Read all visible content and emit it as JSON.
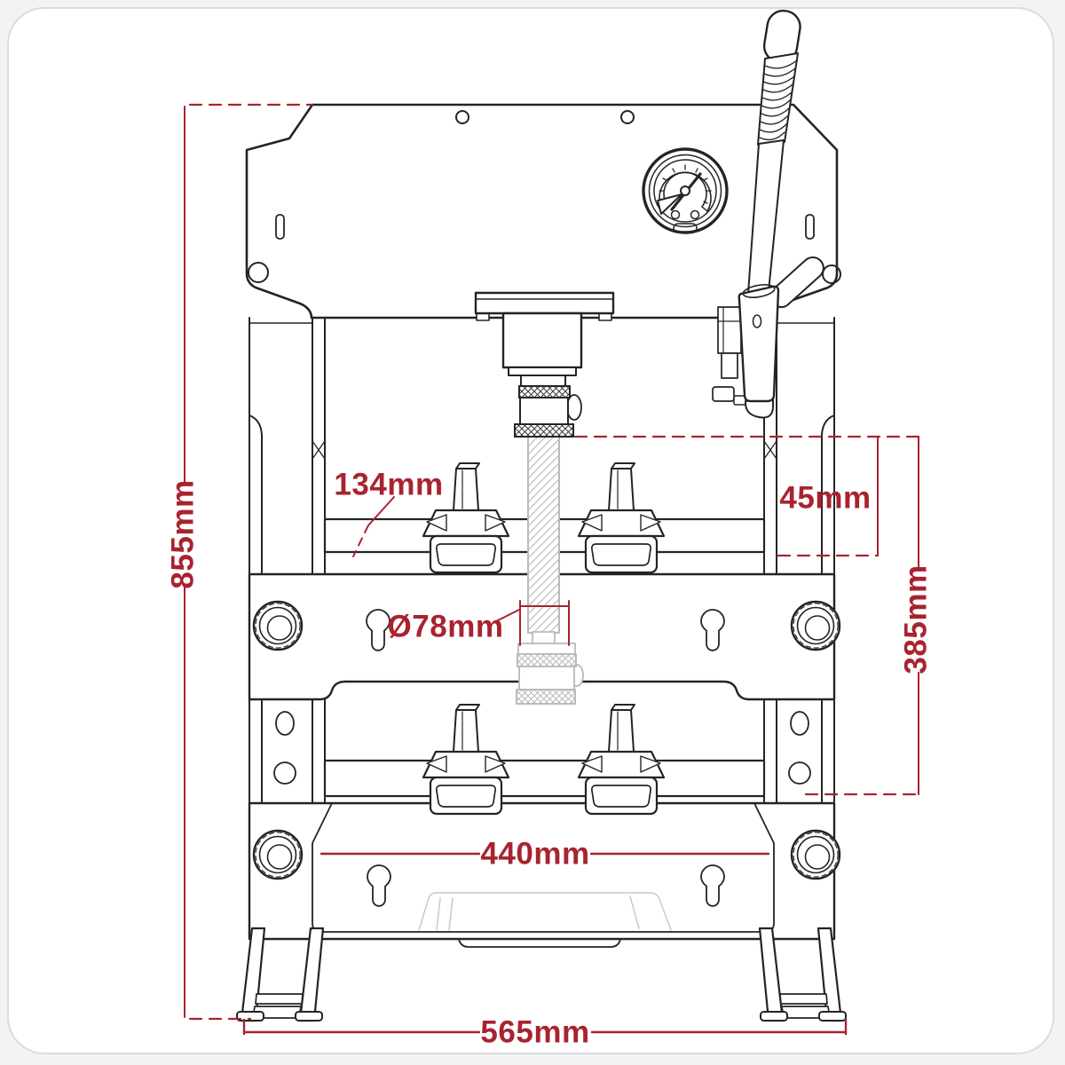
{
  "meta": {
    "description": "Technical line drawing of a hydraulic bench press with overall and working dimensions"
  },
  "colors": {
    "dimension_red": "#a8232f",
    "machine_line": "#242424",
    "ghost_gray": "#b9b9b9",
    "card_border": "#dcdcdc",
    "card_background": "#ffffff",
    "page_background": "#f3f3f3"
  },
  "dimensions": {
    "d855": {
      "label": "855mm",
      "orientation": "vertical-left"
    },
    "d134": {
      "label": "134mm",
      "orientation": "leader"
    },
    "d45": {
      "label": "45mm",
      "orientation": "vertical-right"
    },
    "d78": {
      "label": "Ø78mm",
      "orientation": "leader"
    },
    "d385": {
      "label": "385mm",
      "orientation": "vertical-right"
    },
    "d440": {
      "label": "440mm",
      "orientation": "horizontal-base"
    },
    "d565": {
      "label": "565mm",
      "orientation": "horizontal-bottom"
    }
  },
  "parts": [
    "press-frame",
    "pressure-gauge",
    "pump-handle",
    "release-valve-lever",
    "hydraulic-ram",
    "ram-screw-ghost",
    "v-block",
    "press-bed",
    "lower-beam",
    "base",
    "foot"
  ]
}
